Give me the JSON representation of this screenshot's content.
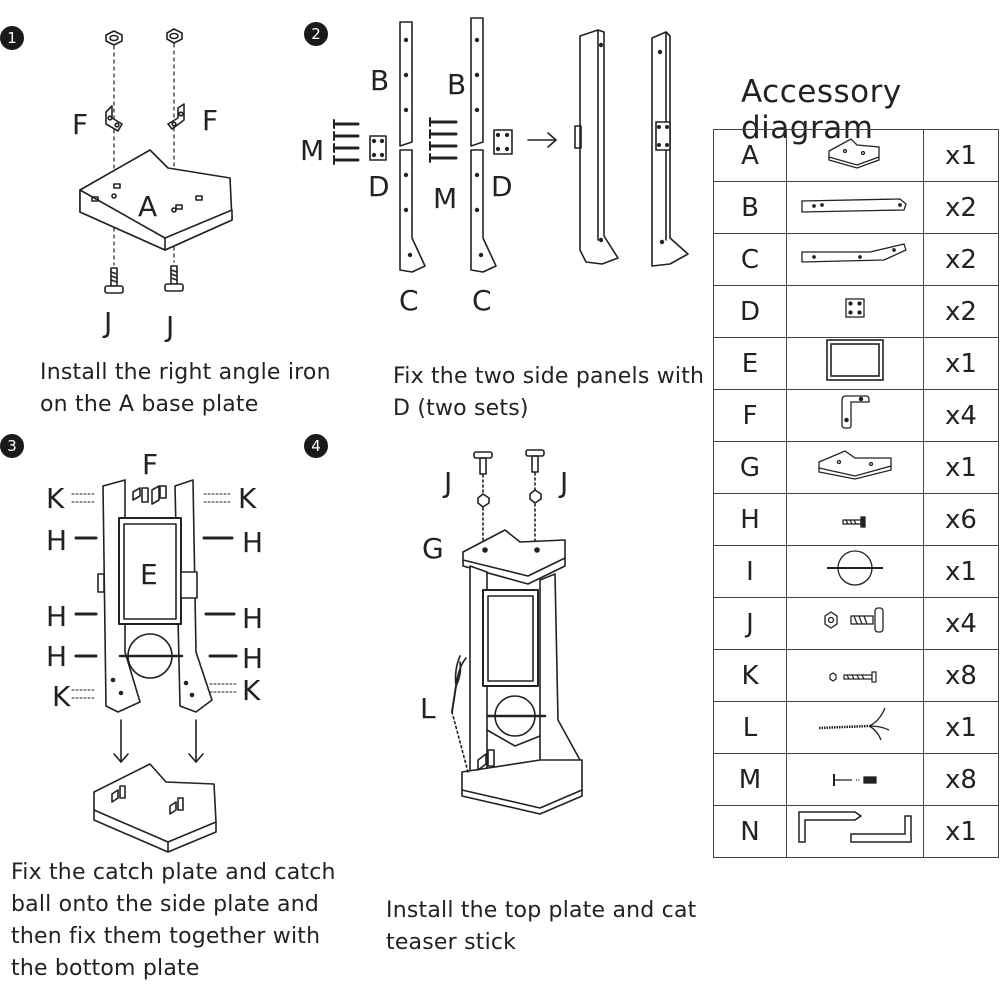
{
  "steps": [
    {
      "number": "1",
      "caption_lines": [
        "Install the right angle iron",
        "on the A base plate"
      ]
    },
    {
      "number": "2",
      "caption_lines": [
        "Fix the two side panels with",
        "D (two sets)"
      ]
    },
    {
      "number": "3",
      "caption_lines": [
        "Fix the catch plate and catch",
        "ball onto the side plate and",
        "then fix them together with",
        "the bottom plate"
      ]
    },
    {
      "number": "4",
      "caption_lines": [
        "Install the top plate and cat",
        "teaser stick"
      ]
    }
  ],
  "part_labels": {
    "a": "A",
    "b": "B",
    "c": "C",
    "d": "D",
    "e": "E",
    "f": "F",
    "g": "G",
    "h": "H",
    "j": "J",
    "k": "K",
    "l": "L",
    "m": "M"
  },
  "accessory": {
    "title": "Accessory diagram",
    "rows": [
      {
        "letter": "A",
        "qty": "x1",
        "icon": "base-plate-icon"
      },
      {
        "letter": "B",
        "qty": "x2",
        "icon": "upper-panel-icon"
      },
      {
        "letter": "C",
        "qty": "x2",
        "icon": "lower-panel-icon"
      },
      {
        "letter": "D",
        "qty": "x2",
        "icon": "connector-plate-icon"
      },
      {
        "letter": "E",
        "qty": "x1",
        "icon": "catch-frame-icon"
      },
      {
        "letter": "F",
        "qty": "x4",
        "icon": "angle-iron-icon"
      },
      {
        "letter": "G",
        "qty": "x1",
        "icon": "top-plate-icon"
      },
      {
        "letter": "H",
        "qty": "x6",
        "icon": "screw-icon"
      },
      {
        "letter": "I",
        "qty": "x1",
        "icon": "catch-ball-icon"
      },
      {
        "letter": "J",
        "qty": "x4",
        "icon": "nut-bolt-icon"
      },
      {
        "letter": "K",
        "qty": "x8",
        "icon": "small-screw-icon"
      },
      {
        "letter": "L",
        "qty": "x1",
        "icon": "cat-teaser-stick-icon"
      },
      {
        "letter": "M",
        "qty": "x8",
        "icon": "pin-icon"
      },
      {
        "letter": "N",
        "qty": "x1",
        "icon": "allen-key-icon"
      }
    ]
  }
}
